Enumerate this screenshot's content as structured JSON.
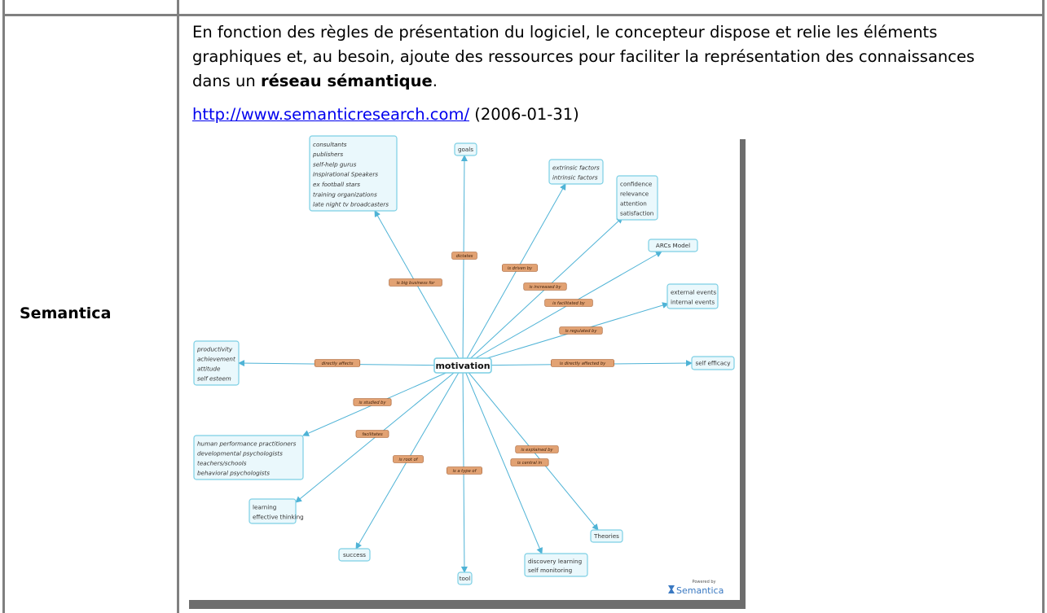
{
  "row_label": "Semantica",
  "description": {
    "before": "En fonction des règles de présentation du logiciel, le concepteur dispose et relie les éléments graphiques et, au besoin, ajoute des ressources pour faciliter la représentation des connaissances dans un ",
    "bold": "réseau sémantique",
    "after": "."
  },
  "link": {
    "url_text": "http://www.semanticresearch.com/",
    "date": "(2006-01-31)"
  },
  "map": {
    "center": "motivation",
    "nodes": {
      "publishers": [
        "consultants",
        "publishers",
        "self-help gurus",
        "Inspirational Speakers",
        "ex football stars",
        "training organizations",
        "late night tv broadcasters"
      ],
      "goals": [
        "goals"
      ],
      "factors": [
        "extrinsic factors",
        "intrinsic factors"
      ],
      "confidence": [
        "confidence",
        "relevance",
        "attention",
        "satisfaction"
      ],
      "arcs": [
        "ARCs Model"
      ],
      "events": [
        "external events",
        "internal events"
      ],
      "self_efficacy": [
        "self efficacy"
      ],
      "productivity": [
        "productivity",
        "achievement",
        "attitude",
        "self esteem"
      ],
      "practitioners": [
        "human performance practitioners",
        "developmental psychologists",
        "teachers/schools",
        "behavioral psychologists"
      ],
      "learning": [
        "learning",
        "effective thinking"
      ],
      "success": [
        "success"
      ],
      "tool": [
        "tool"
      ],
      "discovery": [
        "discovery learning",
        "self monitoring"
      ],
      "theories": [
        "Theories"
      ]
    },
    "relations": {
      "big_business": "is big business for",
      "dictates": "dictates",
      "driven_by": "is driven by",
      "increased_by": "is increased by",
      "facilitated_by": "is facilitated by",
      "regulated_by": "is regulated by",
      "directly_affects": "directly affects",
      "directly_affected_by": "is directly affected by",
      "studied_by": "is studied by",
      "facilitates": "facilitates",
      "root_of": "is root of",
      "type_of": "is a type of",
      "central_in": "is central in",
      "explained_by": "is explained by"
    },
    "powered_by": "Powered by",
    "brand": "Semantica"
  },
  "colors": {
    "node_border": "#7ccfe4",
    "node_fill": "#eaf8fc",
    "edge": "#4fb3d6",
    "relation_fill": "#e2a273",
    "relation_border": "#a0582a"
  }
}
